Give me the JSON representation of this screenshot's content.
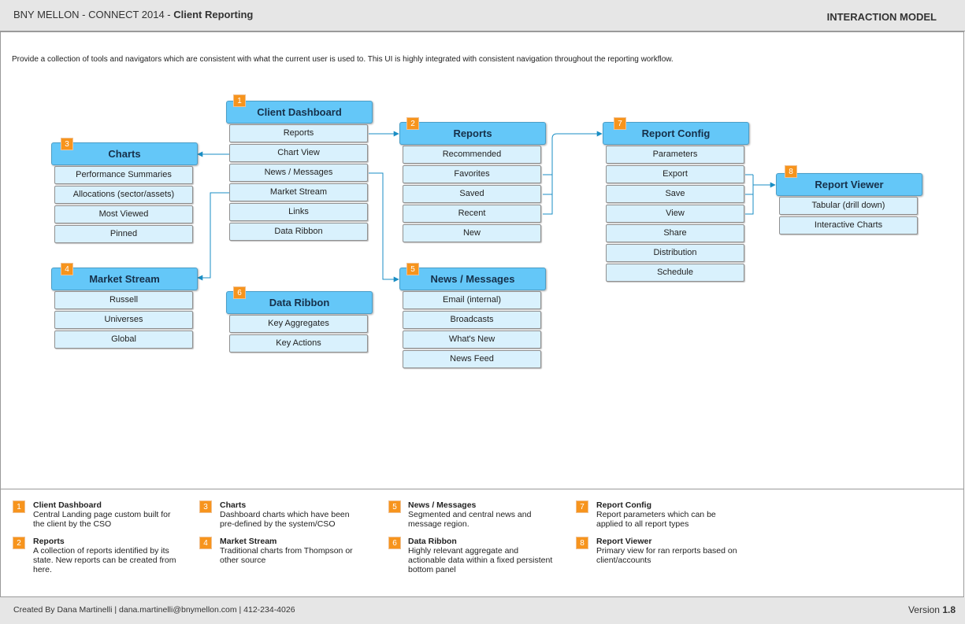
{
  "header": {
    "title_prefix": "BNY MELLON - CONNECT 2014 - ",
    "title_bold": "Client Reporting",
    "right": "INTERACTION MODEL"
  },
  "intro": "Provide a collection of tools and navigators which are consistent with what the current user is used to. This UI is highly integrated with consistent navigation throughout the reporting workflow.",
  "accent_colors": {
    "header_fill": "#64c7f8",
    "item_fill": "#d9f1fd",
    "badge": "#f7941d",
    "connector": "#1a8ec4"
  },
  "boxes": {
    "client_dashboard": {
      "num": "1",
      "title": "Client Dashboard",
      "items": [
        "Reports",
        "Chart View",
        "News / Messages",
        "Market Stream",
        "Links",
        "Data Ribbon"
      ]
    },
    "reports": {
      "num": "2",
      "title": "Reports",
      "items": [
        "Recommended",
        "Favorites",
        "Saved",
        "Recent",
        "New"
      ]
    },
    "charts": {
      "num": "3",
      "title": "Charts",
      "items": [
        "Performance Summaries",
        "Allocations (sector/assets)",
        "Most Viewed",
        "Pinned"
      ]
    },
    "market_stream": {
      "num": "4",
      "title": "Market Stream",
      "items": [
        "Russell",
        "Universes",
        "Global"
      ]
    },
    "news_messages": {
      "num": "5",
      "title": "News / Messages",
      "items": [
        "Email (internal)",
        "Broadcasts",
        "What's New",
        "News Feed"
      ]
    },
    "data_ribbon": {
      "num": "6",
      "title": "Data Ribbon",
      "items": [
        "Key Aggregates",
        "Key Actions"
      ]
    },
    "report_config": {
      "num": "7",
      "title": "Report Config",
      "items": [
        "Parameters",
        "Export",
        "Save",
        "View",
        "Share",
        "Distribution",
        "Schedule"
      ]
    },
    "report_viewer": {
      "num": "8",
      "title": "Report Viewer",
      "items": [
        "Tabular (drill down)",
        "Interactive Charts"
      ]
    }
  },
  "legend": [
    {
      "num": "1",
      "title": "Client Dashboard",
      "desc": "Central Landing page custom built for the client by the CSO"
    },
    {
      "num": "2",
      "title": "Reports",
      "desc": "A collection of reports identified by its state. New reports can be created from here."
    },
    {
      "num": "3",
      "title": "Charts",
      "desc": "Dashboard charts which have been pre-defined by the system/CSO"
    },
    {
      "num": "4",
      "title": "Market Stream",
      "desc": "Traditional charts from Thompson or other source"
    },
    {
      "num": "5",
      "title": "News / Messages",
      "desc": "Segmented and central news and message region."
    },
    {
      "num": "6",
      "title": "Data Ribbon",
      "desc": "Highly relevant aggregate and actionable data within a fixed persistent bottom panel"
    },
    {
      "num": "7",
      "title": "Report Config",
      "desc": "Report parameters which can be applied to all report types"
    },
    {
      "num": "8",
      "title": "Report Viewer",
      "desc": "Primary view for ran rerports based on client/accounts"
    }
  ],
  "footer": {
    "credit": "Created By Dana Martinelli | dana.martinelli@bnymellon.com | 412-234-4026",
    "version_label": "Version ",
    "version_number": "1.8"
  }
}
